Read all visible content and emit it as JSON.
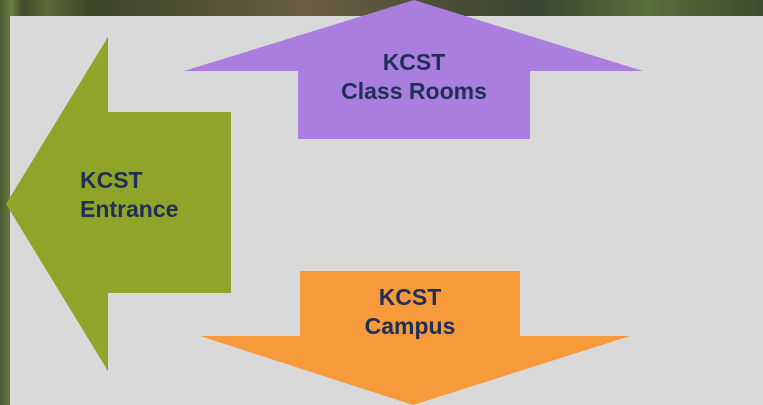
{
  "diagram": {
    "arrows": [
      {
        "id": "classrooms",
        "direction": "up",
        "color": "#a97ede",
        "line1": "KCST",
        "line2": "Class Rooms"
      },
      {
        "id": "entrance",
        "direction": "left",
        "color": "#8fa429",
        "line1": "KCST",
        "line2": "Entrance"
      },
      {
        "id": "campus",
        "direction": "down",
        "color": "#f69a3b",
        "line1": "KCST",
        "line2": "Campus"
      }
    ],
    "text_color": "#1f2f56",
    "panel_color": "#d9d9d9"
  }
}
